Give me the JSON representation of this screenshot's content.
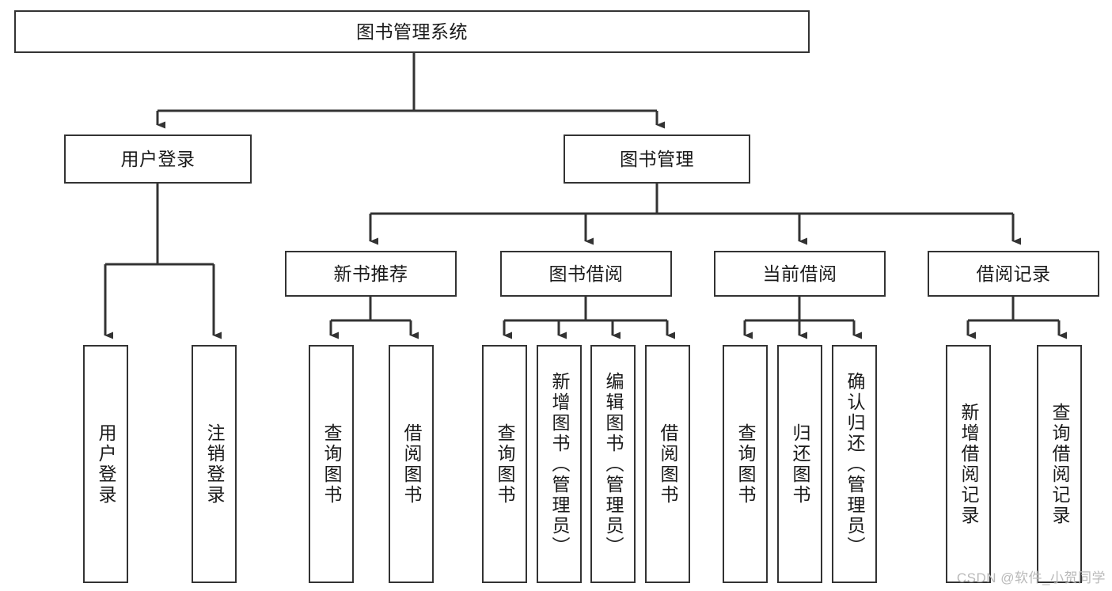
{
  "diagram": {
    "type": "tree-flowchart",
    "title": "图书管理系统",
    "orientation": "top-down",
    "colors": {
      "box_border": "#333333",
      "box_fill": "#ffffff",
      "connector": "#333333",
      "text": "#1a1a1a",
      "watermark": "#b9b9b9"
    },
    "levels": {
      "root": {
        "label": "图书管理系统"
      },
      "level2": [
        {
          "id": "user-login",
          "label": "用户登录"
        },
        {
          "id": "book-management",
          "label": "图书管理"
        }
      ],
      "level3": [
        {
          "id": "new-book-recommend",
          "label": "新书推荐",
          "parent": "book-management"
        },
        {
          "id": "book-borrow",
          "label": "图书借阅",
          "parent": "book-management"
        },
        {
          "id": "current-borrow",
          "label": "当前借阅",
          "parent": "book-management"
        },
        {
          "id": "borrow-record",
          "label": "借阅记录",
          "parent": "book-management"
        }
      ],
      "leaves": [
        {
          "id": "leaf-user-login",
          "label": "用户登录",
          "parent": "user-login"
        },
        {
          "id": "leaf-logout",
          "label": "注销登录",
          "parent": "user-login"
        },
        {
          "id": "leaf-query-book-1",
          "label": "查询图书",
          "parent": "new-book-recommend"
        },
        {
          "id": "leaf-borrow-book-1",
          "label": "借阅图书",
          "parent": "new-book-recommend"
        },
        {
          "id": "leaf-query-book-2",
          "label": "查询图书",
          "parent": "book-borrow"
        },
        {
          "id": "leaf-add-book",
          "label": "新增图书（管理员）",
          "parent": "book-borrow"
        },
        {
          "id": "leaf-edit-book",
          "label": "编辑图书（管理员）",
          "parent": "book-borrow"
        },
        {
          "id": "leaf-borrow-book-2",
          "label": "借阅图书",
          "parent": "book-borrow"
        },
        {
          "id": "leaf-query-book-3",
          "label": "查询图书",
          "parent": "current-borrow"
        },
        {
          "id": "leaf-return-book",
          "label": "归还图书",
          "parent": "current-borrow"
        },
        {
          "id": "leaf-confirm-return",
          "label": "确认归还（管理员）",
          "parent": "current-borrow"
        },
        {
          "id": "leaf-add-record",
          "label": "新增借阅记录",
          "parent": "borrow-record"
        },
        {
          "id": "leaf-query-record",
          "label": "查询借阅记录",
          "parent": "borrow-record"
        }
      ]
    }
  },
  "watermark": {
    "text": "CSDN @软件_小贺同学"
  }
}
